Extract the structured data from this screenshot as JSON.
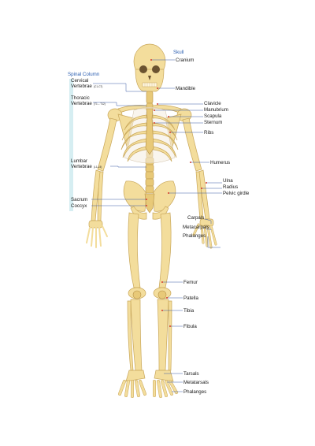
{
  "groups": {
    "skull": "Skull",
    "spinal_column": "Spinal Column"
  },
  "labels": {
    "cranium": "Cranium",
    "mandible": "Mandible",
    "clavicle": "Clavicle",
    "manubrium": "Manubrium",
    "scapula": "Scapula",
    "sternum": "Sternum",
    "ribs": "Ribs",
    "humerus": "Humerus",
    "ulna": "Ulna",
    "radius": "Radius",
    "pelvic_girdle": "Pelvic girdle",
    "carpals": "Carpals",
    "metacarpals": "Metacarpals",
    "phalanges_hand": "Phalanges",
    "femur": "Femur",
    "patella": "Patella",
    "tibia": "Tibia",
    "fibula": "Fibula",
    "tarsals": "Tarsals",
    "metatarsals": "Metatarsals",
    "phalanges_foot": "Phalanges",
    "cervical_line1": "Cervical",
    "cervical_line2": "Vertebrae",
    "cervical_range": "(C1-C7)",
    "thoracic_line1": "Thoracic",
    "thoracic_line2": "Vertebrae",
    "thoracic_range": "(T1 – T12)",
    "lumbar_line1": "Lumbar",
    "lumbar_line2": "Vertebrae",
    "lumbar_range": "(L1-L5)",
    "sacrum": "Sacrum",
    "coccyx": "Coccyx"
  },
  "colors": {
    "bone": "#f3dd9c",
    "bone_outline": "#c9a75a",
    "leader_line": "#3b5aa6",
    "marker": "#d83a2a",
    "group_header": "#2a5db0",
    "spine_bracket": "#d6eef2"
  }
}
